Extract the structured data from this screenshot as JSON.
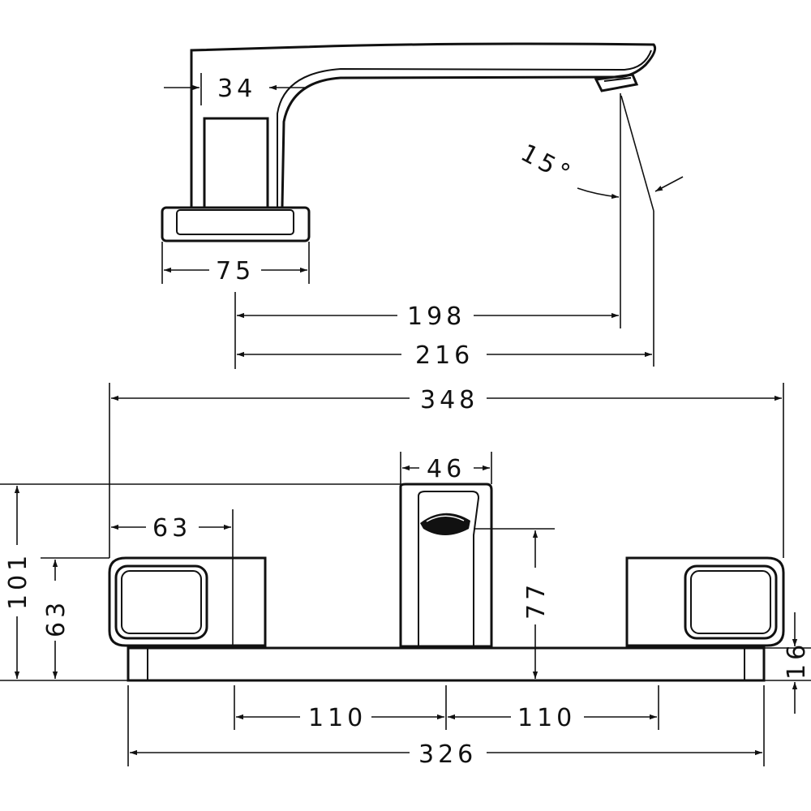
{
  "dimensions": {
    "top_view": {
      "inlet_width": "34",
      "base_width": "75",
      "reach_to_outlet": "198",
      "reach_total": "216",
      "angle": "15°"
    },
    "front_view": {
      "overall_width": "348",
      "spout_width": "46",
      "handle_width": "63",
      "total_height": "101",
      "handle_height": "63",
      "spout_height": "77",
      "plate_thickness": "16",
      "center_left": "110",
      "center_right": "110",
      "plate_width": "326"
    }
  }
}
